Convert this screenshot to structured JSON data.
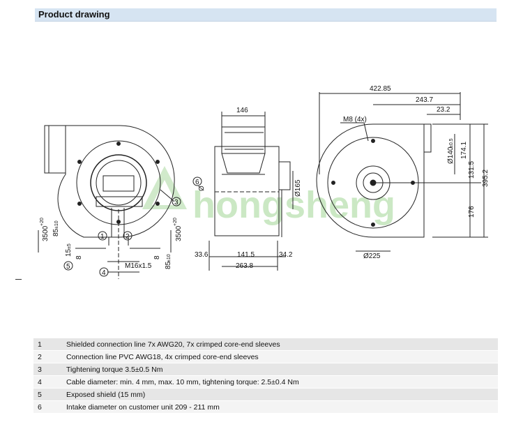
{
  "header": {
    "title": "Product drawing"
  },
  "watermark": {
    "text": "hongsheng"
  },
  "dimensions": {
    "left_view": {
      "d3500_top": "3500",
      "d3500_top_tol": "+20",
      "d85_top": "85",
      "d85_top_tol": "±10",
      "d15": "15",
      "d15_tol": "±5",
      "d8_left": "8",
      "d8_right": "8",
      "d3500_right": "3500",
      "d3500_right_tol": "+20",
      "d85_right": "85",
      "d85_right_tol": "±10",
      "thread": "M16x1.5",
      "callout_1": "1",
      "callout_2": "2",
      "callout_3": "3",
      "callout_4": "4",
      "callout_5": "5",
      "callout_6": "6"
    },
    "middle_view": {
      "width_top": "146",
      "dia_left": "Ø",
      "dia_165": "Ø165",
      "d33_6": "33.6",
      "d141_5": "141.5",
      "d34_2": "34.2",
      "d263_8": "263.8"
    },
    "right_view": {
      "d422_85": "422.85",
      "d243_7": "243.7",
      "d23_2": "23.2",
      "m8": "M8 (4x)",
      "d140": "Ø140",
      "d140_tol": "±0.5",
      "d174_1": "174.1",
      "d131_5": "131.5",
      "d395_2": "395.2",
      "d176": "176",
      "d225": "Ø225"
    }
  },
  "notes": [
    {
      "num": "1",
      "text": "Shielded connection line 7x AWG20, 7x crimped core-end sleeves"
    },
    {
      "num": "2",
      "text": "Connection line PVC AWG18, 4x crimped core-end sleeves"
    },
    {
      "num": "3",
      "text": "Tightening torque 3.5±0.5 Nm"
    },
    {
      "num": "4",
      "text": "Cable diameter: min. 4 mm, max. 10 mm, tightening torque: 2.5±0.4 Nm"
    },
    {
      "num": "5",
      "text": "Exposed shield (15 mm)"
    },
    {
      "num": "6",
      "text": "Intake diameter on customer unit 209 - 211 mm"
    }
  ]
}
